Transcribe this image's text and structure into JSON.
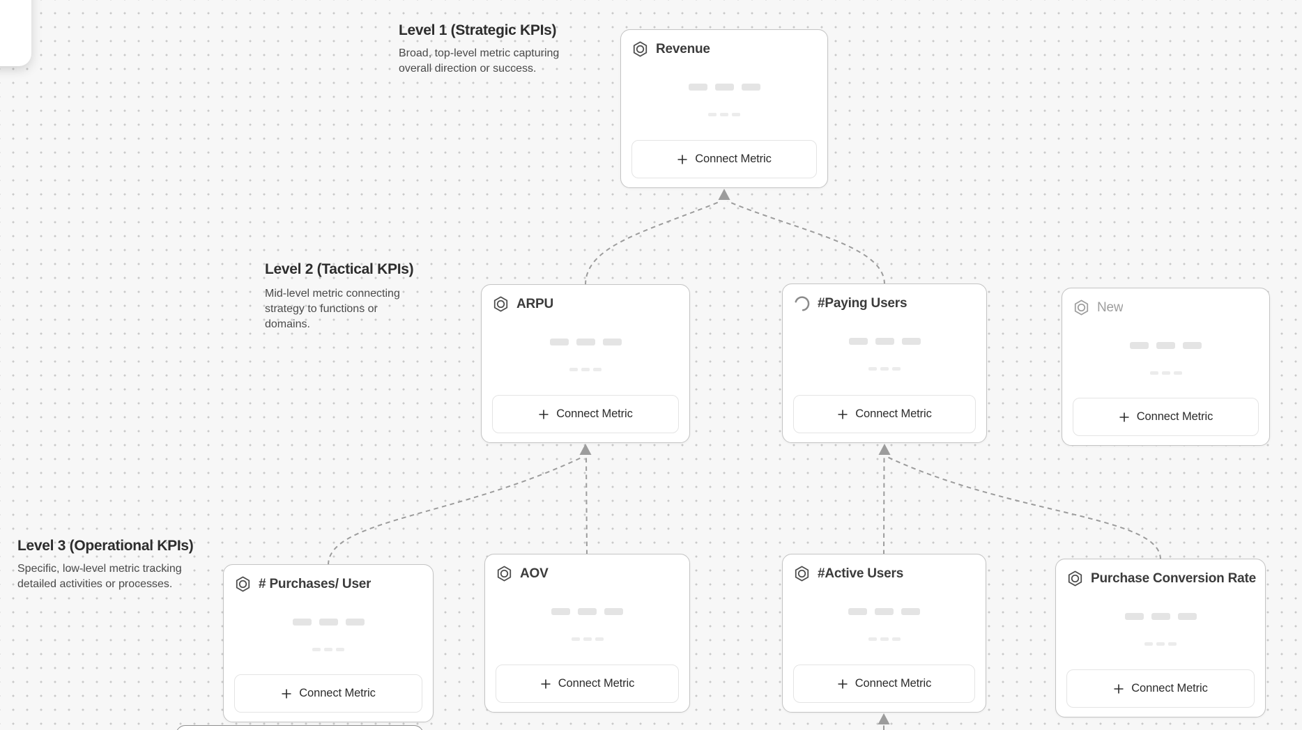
{
  "app": {
    "view": "metric-tree-canvas"
  },
  "colors": {
    "canvas_background": "#f7f7f7",
    "grid_dot": "#c9c9c9",
    "card_border": "#c4c4c4",
    "connector": "#9c9c9c",
    "title_text": "#3b3b3b",
    "draft_text": "#9e9e9e"
  },
  "labels": {
    "connect_metric": "Connect Metric"
  },
  "icons": {
    "metric": "hexagon-icon",
    "loading": "spinner-icon",
    "add": "plus-icon",
    "toolbar_fragment": "pen-stroke-icon"
  },
  "levels": [
    {
      "title": "Level 1 (Strategic KPIs)",
      "description": "Broad, top-level metric capturing overall direction or success."
    },
    {
      "title": "Level 2 (Tactical KPIs)",
      "description": "Mid-level metric connecting strategy to functions or domains."
    },
    {
      "title": "Level 3 (Operational KPIs)",
      "description": "Specific, low-level metric tracking detailed activities or processes."
    }
  ],
  "cards": [
    {
      "title": "Revenue",
      "icon": "hexagon",
      "level": 1,
      "state": "default"
    },
    {
      "title": "ARPU",
      "icon": "hexagon",
      "level": 2,
      "state": "default"
    },
    {
      "title": "#Paying Users",
      "icon": "spinner",
      "level": 2,
      "state": "loading"
    },
    {
      "title": "New",
      "icon": "hexagon",
      "level": 2,
      "state": "draft"
    },
    {
      "title": "# Purchases/ User",
      "icon": "hexagon",
      "level": 3,
      "state": "default"
    },
    {
      "title": "AOV",
      "icon": "hexagon",
      "level": 3,
      "state": "default"
    },
    {
      "title": "#Active Users",
      "icon": "hexagon",
      "level": 3,
      "state": "default"
    },
    {
      "title": "Purchase Conversion Rate",
      "icon": "hexagon",
      "level": 3,
      "state": "default"
    }
  ]
}
